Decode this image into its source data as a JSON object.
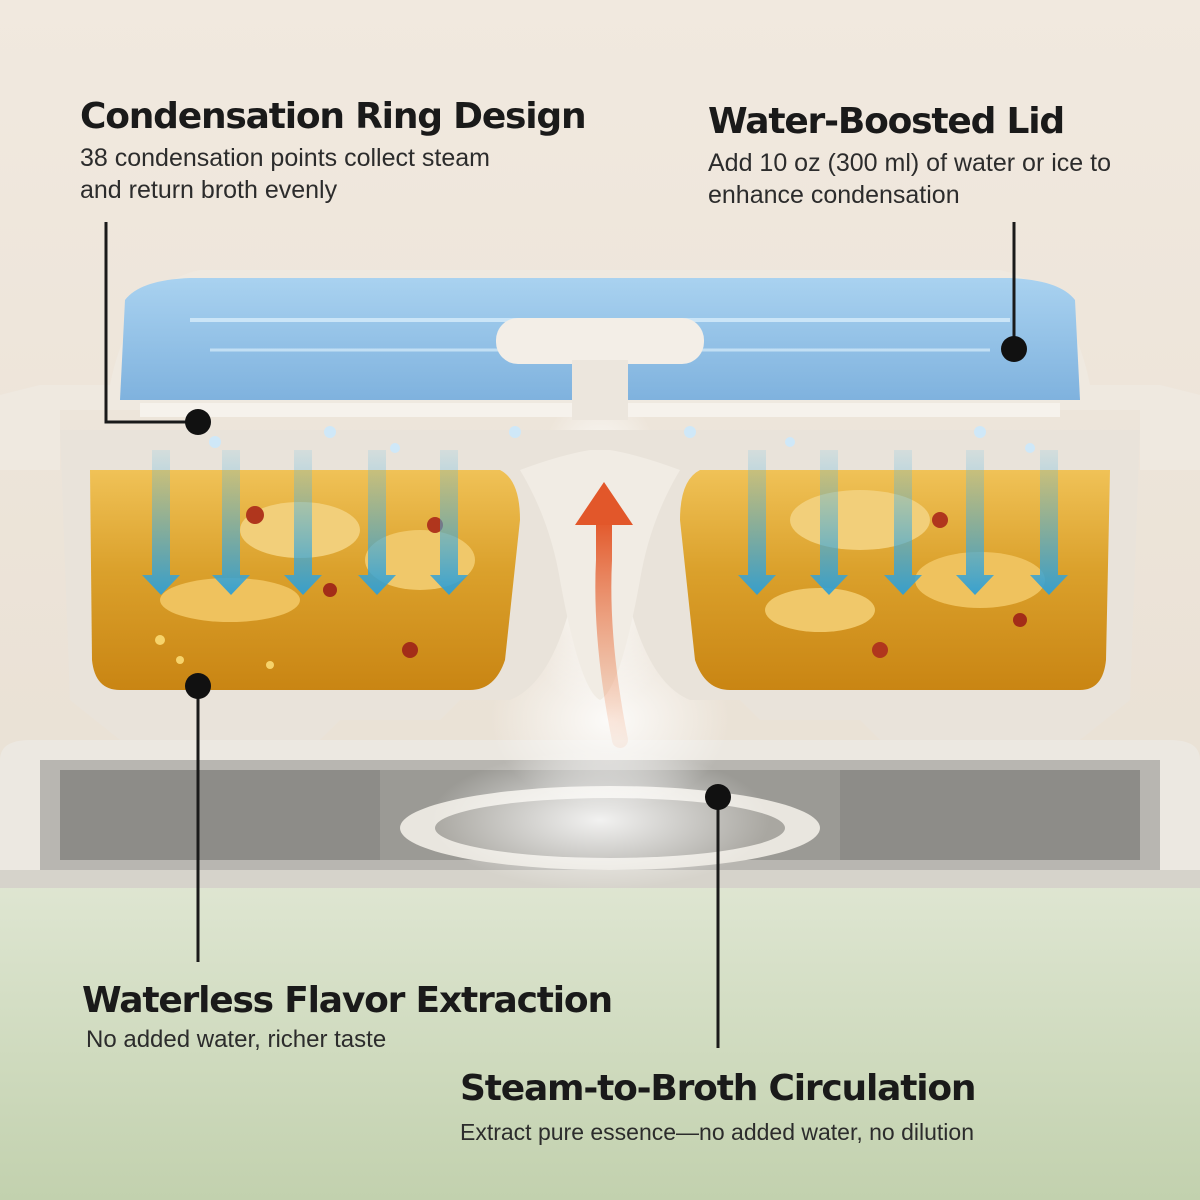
{
  "callouts": {
    "condensation_ring": {
      "title": "Condensation Ring Design",
      "description": "38 condensation points collect steam and return broth evenly"
    },
    "water_boosted_lid": {
      "title": "Water-Boosted Lid",
      "description": "Add 10 oz (300 ml) of water or ice to enhance condensation"
    },
    "waterless_flavor": {
      "title": "Waterless Flavor Extraction",
      "description": "No added water, richer taste"
    },
    "steam_to_broth": {
      "title": "Steam-to-Broth Circulation",
      "description": "Extract pure essence—no added water, no dilution"
    }
  },
  "colors": {
    "background": "#efe7dd",
    "base_green": "#c9d6b8",
    "lid_water": "#8fbfe6",
    "broth": "#d99a1e",
    "condensation_arrow": "#3aa6d6",
    "steam_arrow": "#e46a3a",
    "text": "#1a1a1a"
  }
}
